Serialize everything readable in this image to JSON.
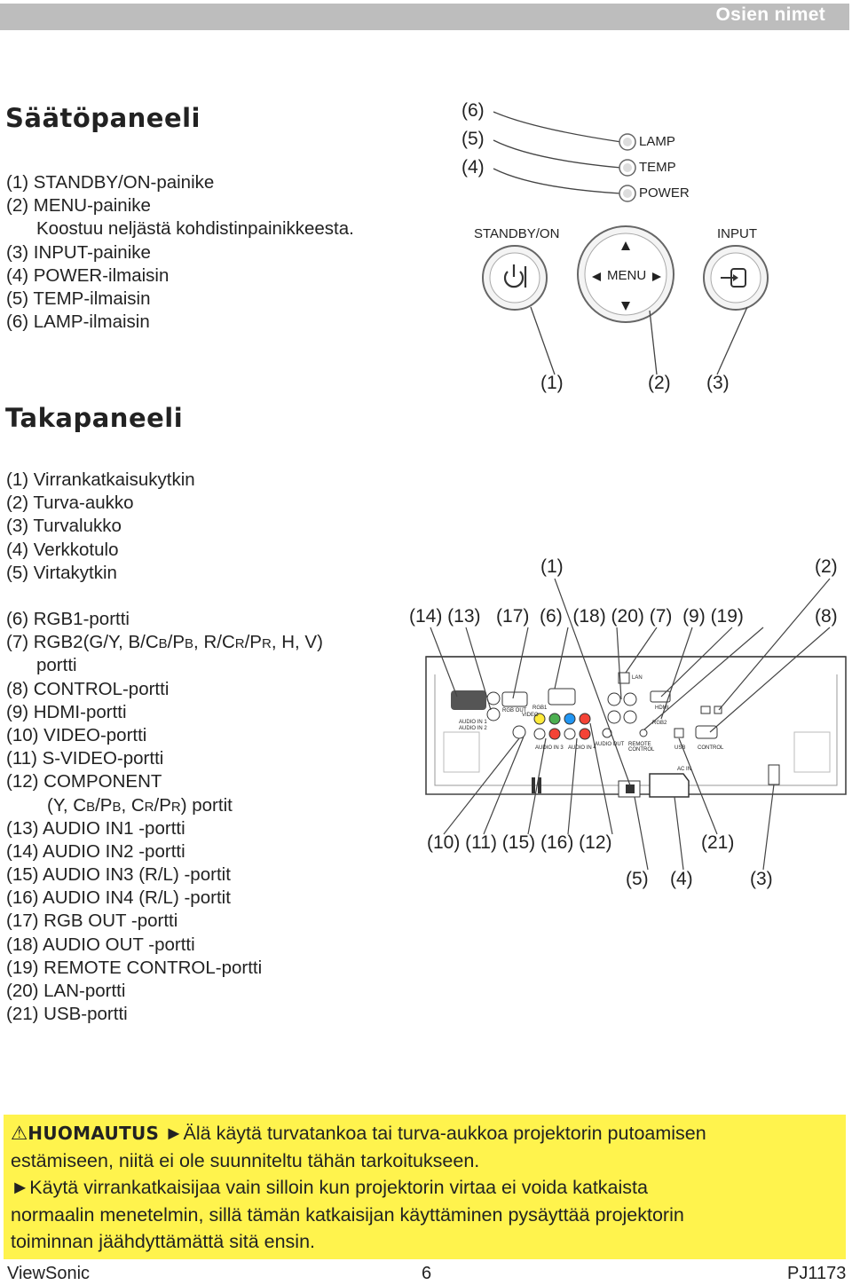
{
  "header": {
    "title": "Osien nimet"
  },
  "control_panel": {
    "title": "Säätöpaneeli",
    "items": [
      "(1) STANDBY/ON-painike",
      "(2) MENU-painike",
      "Koostuu neljästä kohdistinpainikkeesta.",
      "(3) INPUT-painike",
      "(4) POWER-ilmaisin",
      "(5) TEMP-ilmaisin",
      "(6) LAMP-ilmaisin"
    ],
    "diagram": {
      "left_callouts": [
        "(6)",
        "(5)",
        "(4)"
      ],
      "indicators": [
        "LAMP",
        "TEMP",
        "POWER"
      ],
      "standby_label": "STANDBY/ON",
      "input_label": "INPUT",
      "menu_label": "MENU",
      "bottom_callouts": [
        "(1)",
        "(2)",
        "(3)"
      ]
    }
  },
  "rear_panel": {
    "title": "Takapaneeli",
    "items_a": [
      "(1) Virrankatkaisukytkin",
      "(2) Turva-aukko",
      "(3) Turvalukko",
      "(4) Verkkotulo",
      "(5) Virtakytkin"
    ],
    "item6": "(6) RGB1-portti",
    "item7": {
      "p1": "(7) RGB2(G/Y, B/C",
      "s1": "B",
      "p2": "/P",
      "s2": "B",
      "p3": ", R/C",
      "s3": "R",
      "p4": "/P",
      "s4": "R",
      "p5": ", H, V)"
    },
    "item7_cont": "portti",
    "items_b": [
      "(8) CONTROL-portti",
      "(9) HDMI-portti",
      "(10) VIDEO-portti",
      "(11) S-VIDEO-portti",
      "(12) COMPONENT"
    ],
    "item12_cont": {
      "p1": "(Y, C",
      "s1": "B",
      "p2": "/P",
      "s2": "B",
      "p3": ", C",
      "s3": "R",
      "p4": "/P",
      "s4": "R",
      "p5": ") portit"
    },
    "items_c": [
      "(13) AUDIO IN1 -portti",
      "(14) AUDIO IN2 -portti",
      "(15) AUDIO IN3 (R/L) -portit",
      "(16) AUDIO IN4 (R/L) -portit",
      "(17) RGB OUT -portti",
      "(18) AUDIO OUT -portti",
      "(19) REMOTE CONTROL-portti",
      "(20) LAN-portti",
      "(21) USB-portti"
    ],
    "diagram": {
      "top_callouts_1": [
        "(1)",
        "(2)"
      ],
      "top_callouts_2": "(14) (13)   (17)  (6)  (18) (20) (7)  (9) (19)",
      "top_callout_8": "(8)",
      "bottom_callouts_1": "(10) (11) (15) (16) (12)",
      "bottom_callout_21": "(21)",
      "bottom_callouts_2": [
        "(5)",
        "(4)",
        "(3)"
      ],
      "panel_labels": {
        "lan": "LAN",
        "rgb1": "RGB1",
        "rgb_out": "RGB OUT",
        "video": "VIDEO",
        "hdmi": "HDMI",
        "rgb2": "RGB2",
        "audio_in1": "AUDIO IN 1",
        "audio_in2": "AUDIO IN 2",
        "audio_in3": "AUDIO IN 3",
        "audio_in4": "AUDIO IN 4",
        "audio_out": "AUDIO OUT",
        "remote": "REMOTE CONTROL",
        "usb": "USB",
        "control": "CONTROL",
        "ac_in": "AC IN"
      }
    }
  },
  "note": {
    "label": "HUOMAUTUS",
    "line1": "►Älä käytä turvatankoa tai turva-aukkoa projektorin putoamisen",
    "line2": "estämiseen, niitä ei ole suunniteltu tähän tarkoitukseen.",
    "line3": "►Käytä virrankatkaisijaa vain silloin kun projektorin virtaa ei voida katkaista",
    "line4": "normaalin menetelmin, sillä tämän katkaisijan käyttäminen pysäyttää projektorin",
    "line5": "toiminnan jäähdyttämättä sitä ensin."
  },
  "footer": {
    "brand": "ViewSonic",
    "page": "6",
    "model": "PJ1173"
  }
}
